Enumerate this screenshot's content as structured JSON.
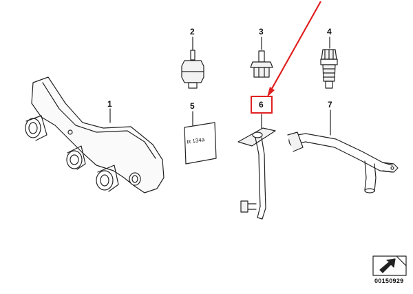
{
  "callouts": [
    {
      "id": "1",
      "label": "1"
    },
    {
      "id": "2",
      "label": "2"
    },
    {
      "id": "3",
      "label": "3"
    },
    {
      "id": "4",
      "label": "4"
    },
    {
      "id": "5",
      "label": "5"
    },
    {
      "id": "6",
      "label": "6"
    },
    {
      "id": "7",
      "label": "7"
    }
  ],
  "label_card_text": "R 134a",
  "highlighted_callout": "6",
  "highlight_color": "#e02020",
  "document_number": "00150929",
  "icons": [
    "arrow-pointer-icon",
    "document-corner-icon"
  ]
}
